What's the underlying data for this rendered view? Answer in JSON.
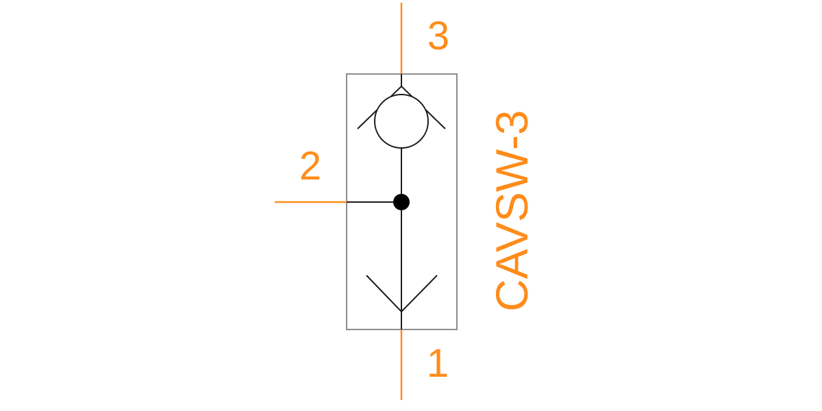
{
  "diagram": {
    "part_number": "CAVSW-3",
    "ports": {
      "port_1": "1",
      "port_2": "2",
      "port_3": "3"
    }
  },
  "colors": {
    "port_line": "#ff8c1a",
    "label": "#ff8c1a",
    "body_outline": "#8c8c8c",
    "symbol": "#1a1a1a",
    "background": "#ffffff"
  }
}
